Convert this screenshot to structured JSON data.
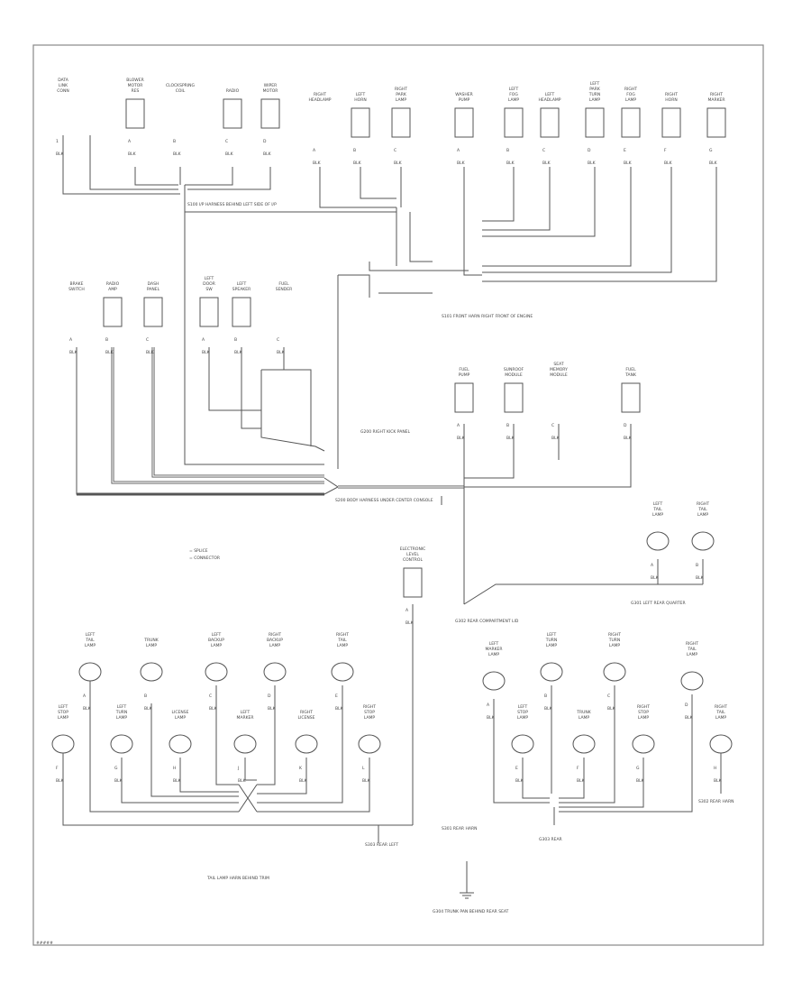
{
  "page_note": "#####",
  "components": [
    {
      "row": "top",
      "label": "DATA LINK CONN",
      "terminal": "1",
      "wire": "BLK"
    },
    {
      "row": "top",
      "label": "BLOWER MOTOR RES",
      "terminal": "A",
      "wire": "BLK"
    },
    {
      "row": "top",
      "label": "CLOCKSPRING COIL",
      "terminal": "B",
      "wire": "BLK"
    },
    {
      "row": "top",
      "label": "RADIO",
      "terminal": "C",
      "wire": "BLK"
    },
    {
      "row": "top",
      "label": "WIPER MOTOR",
      "terminal": "D",
      "wire": "BLK"
    },
    {
      "row": "top",
      "label": "RIGHT HEADLAMP",
      "terminal": "A",
      "wire": "BLK"
    },
    {
      "row": "top",
      "label": "LEFT HORN",
      "terminal": "B",
      "wire": "BLK"
    },
    {
      "row": "top",
      "label": "RIGHT PARK LAMP",
      "terminal": "C",
      "wire": "BLK"
    },
    {
      "row": "top",
      "label": "WASHER PUMP",
      "terminal": "A",
      "wire": "BLK"
    },
    {
      "row": "top",
      "label": "LEFT FOG LAMP",
      "terminal": "B",
      "wire": "BLK"
    },
    {
      "row": "top",
      "label": "LEFT HEADLAMP",
      "terminal": "C",
      "wire": "BLK"
    },
    {
      "row": "top",
      "label": "LEFT PARK TURN LAMP",
      "terminal": "D",
      "wire": "BLK"
    },
    {
      "row": "top",
      "label": "RIGHT FOG LAMP",
      "terminal": "E",
      "wire": "BLK"
    },
    {
      "row": "top",
      "label": "RIGHT HORN",
      "terminal": "F",
      "wire": "BLK"
    },
    {
      "row": "top",
      "label": "RIGHT MARKER",
      "terminal": "G",
      "wire": "BLK"
    },
    {
      "row": "mid",
      "label": "BRAKE SWITCH",
      "terminal": "A",
      "wire": "BLK"
    },
    {
      "row": "mid",
      "label": "RADIO AMP",
      "terminal": "B",
      "wire": "BLK"
    },
    {
      "row": "mid",
      "label": "DASH PANEL",
      "terminal": "C",
      "wire": "BLK"
    },
    {
      "row": "mid",
      "label": "LEFT DOOR SW",
      "terminal": "A",
      "wire": "BLK"
    },
    {
      "row": "mid",
      "label": "LEFT SPEAKER",
      "terminal": "B",
      "wire": "BLK"
    },
    {
      "row": "mid",
      "label": "FUEL SENDER",
      "terminal": "C",
      "wire": "BLK"
    },
    {
      "row": "mid",
      "label": "FUEL PUMP",
      "terminal": "A",
      "wire": "BLK"
    },
    {
      "row": "mid",
      "label": "SUNROOF MODULE",
      "terminal": "B",
      "wire": "BLK"
    },
    {
      "row": "mid",
      "label": "SEAT MEMORY MODULE",
      "terminal": "C",
      "wire": "BLK"
    },
    {
      "row": "mid",
      "label": "FUEL TANK",
      "terminal": "D",
      "wire": "BLK"
    },
    {
      "row": "mid",
      "label": "ELECTRONIC LEVEL CONTROL",
      "terminal": "A",
      "wire": "BLK"
    },
    {
      "row": "rear",
      "label": "LEFT TAIL LAMP",
      "terminal": "A",
      "wire": "BLK"
    },
    {
      "row": "rear",
      "label": "RIGHT TAIL LAMP",
      "terminal": "B",
      "wire": "BLK"
    },
    {
      "row": "low",
      "label": "LEFT TAIL LAMP",
      "terminal": "A",
      "wire": "BLK"
    },
    {
      "row": "low",
      "label": "TRUNK LAMP",
      "terminal": "B",
      "wire": "BLK"
    },
    {
      "row": "low",
      "label": "LEFT BACKUP LAMP",
      "terminal": "C",
      "wire": "BLK"
    },
    {
      "row": "low",
      "label": "RIGHT BACKUP LAMP",
      "terminal": "D",
      "wire": "BLK"
    },
    {
      "row": "low",
      "label": "RIGHT TAIL LAMP",
      "terminal": "E",
      "wire": "BLK"
    },
    {
      "row": "low",
      "label": "LEFT STOP LAMP",
      "terminal": "F",
      "wire": "BLK"
    },
    {
      "row": "low",
      "label": "LEFT TURN LAMP",
      "terminal": "G",
      "wire": "BLK"
    },
    {
      "row": "low",
      "label": "LICENSE LAMP",
      "terminal": "H",
      "wire": "BLK"
    },
    {
      "row": "low",
      "label": "LEFT MARKER",
      "terminal": "J",
      "wire": "BLK"
    },
    {
      "row": "low",
      "label": "RIGHT LICENSE",
      "terminal": "K",
      "wire": "BLK"
    },
    {
      "row": "low",
      "label": "RIGHT STOP LAMP",
      "terminal": "L",
      "wire": "BLK"
    },
    {
      "row": "low",
      "label": "LEFT MARKER LAMP",
      "terminal": "A",
      "wire": "BLK"
    },
    {
      "row": "low",
      "label": "LEFT TURN LAMP",
      "terminal": "B",
      "wire": "BLK"
    },
    {
      "row": "low",
      "label": "RIGHT TURN LAMP",
      "terminal": "C",
      "wire": "BLK"
    },
    {
      "row": "low",
      "label": "RIGHT TAIL LAMP",
      "terminal": "D",
      "wire": "BLK"
    },
    {
      "row": "low",
      "label": "LEFT STOP LAMP",
      "terminal": "E",
      "wire": "BLK"
    },
    {
      "row": "low",
      "label": "TRUNK LAMP",
      "terminal": "F",
      "wire": "BLK"
    },
    {
      "row": "low",
      "label": "RIGHT STOP LAMP",
      "terminal": "G",
      "wire": "BLK"
    },
    {
      "row": "low",
      "label": "RIGHT TAIL LAMP",
      "terminal": "H",
      "wire": "BLK"
    }
  ],
  "notes": {
    "top_splice": "S100 I/P HARNESS BEHIND LEFT SIDE OF I/P",
    "front_splice": "S101 FRONT HARN RIGHT FRONT OF ENGINE",
    "mid_splice": "S200 BODY HARNESS UNDER CENTER CONSOLE",
    "g200_ground": "G200 RIGHT KICK PANEL",
    "legend_wire": "= SPLICE",
    "legend_cond": "= CONNECTOR",
    "g301": "G301 LEFT REAR QUARTER",
    "g302": "G302 REAR COMPARTMENT LID",
    "s301": "S301 REAR HARN",
    "s302": "S302 REAR HARN",
    "s303": "S303 REAR LEFT",
    "g303": "G303 REAR",
    "bottom_ground": "G304 TRUNK PAN BEHIND REAR SEAT",
    "fused_label": "FRONT HARN",
    "bottom_left": "TAIL LAMP HARN BEHIND TRIM",
    "bottom_right": "TAIL LAMP HARN BEHIND TRIM"
  }
}
